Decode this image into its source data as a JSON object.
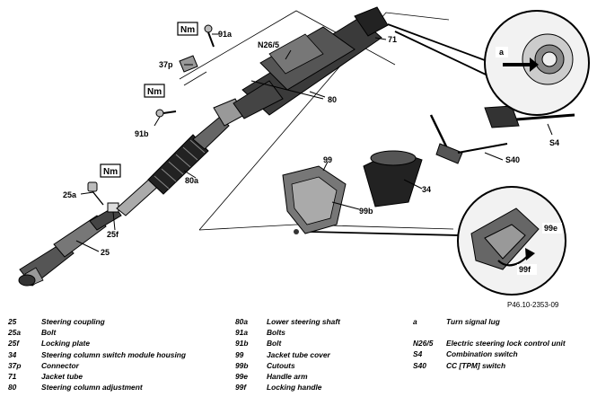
{
  "diagram": {
    "torque_symbol": "Nm",
    "reference": "P46.10-2353-09",
    "callouts": {
      "c91a": "91a",
      "cN265": "N26/5",
      "c71": "71",
      "c37p": "37p",
      "c80": "80",
      "c91b": "91b",
      "c80a": "80a",
      "c25a": "25a",
      "c25f": "25f",
      "c25": "25",
      "c99": "99",
      "c99b": "99b",
      "c34": "34",
      "c40": "S40",
      "cS4": "S4",
      "ca": "a",
      "c99e": "99e",
      "c99f": "99f"
    }
  },
  "legend": {
    "col1": [
      {
        "code": "25",
        "desc": "Steering coupling"
      },
      {
        "code": "25a",
        "desc": "Bolt"
      },
      {
        "code": "25f",
        "desc": "Locking plate"
      },
      {
        "code": "34",
        "desc": "Steering column switch module housing"
      },
      {
        "code": "37p",
        "desc": "Connector"
      },
      {
        "code": "71",
        "desc": "Jacket tube"
      },
      {
        "code": "80",
        "desc": "Steering column adjustment"
      }
    ],
    "col2": [
      {
        "code": "80a",
        "desc": "Lower steering shaft"
      },
      {
        "code": "91a",
        "desc": "Bolts"
      },
      {
        "code": "91b",
        "desc": "Bolt"
      },
      {
        "code": "99",
        "desc": "Jacket tube cover"
      },
      {
        "code": "99b",
        "desc": "Cutouts"
      },
      {
        "code": "99e",
        "desc": "Handle arm"
      },
      {
        "code": "99f",
        "desc": "Locking handle"
      }
    ],
    "col3": [
      {
        "code": "a",
        "desc": "Turn signal lug"
      },
      {
        "code": "",
        "desc": ""
      },
      {
        "code": "N26/5",
        "desc": "Electric steering lock control unit"
      },
      {
        "code": "S4",
        "desc": "Combination switch"
      },
      {
        "code": "S40",
        "desc": "CC [TPM] switch"
      }
    ]
  }
}
